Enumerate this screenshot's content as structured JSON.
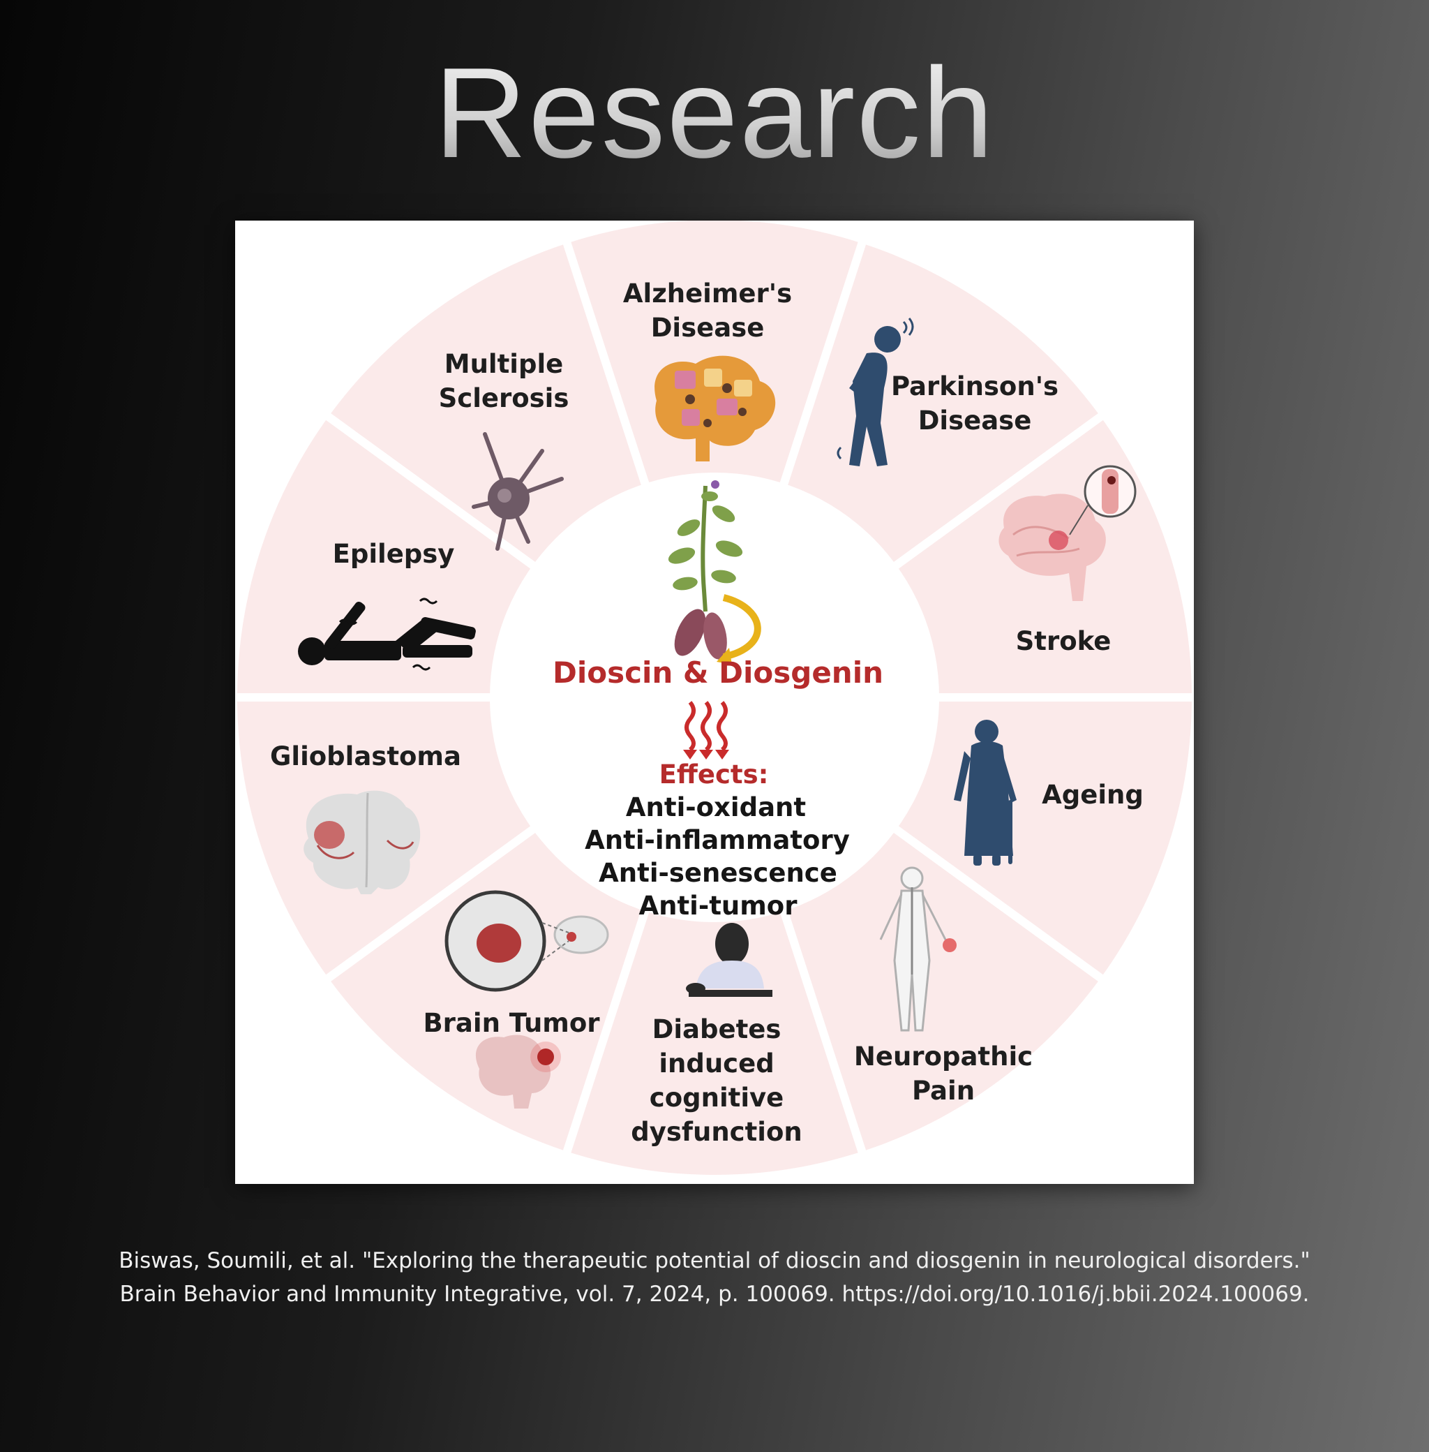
{
  "page": {
    "title": "Research"
  },
  "diagram": {
    "center": {
      "title": "Dioscin & Diosgenin",
      "effects_heading": "Effects:",
      "effects": [
        "Anti-oxidant",
        "Anti-inflammatory",
        "Anti-senescence",
        "Anti-tumor"
      ]
    },
    "segments": [
      {
        "id": "alzheimers",
        "lines": [
          "Alzheimer's",
          "Disease"
        ],
        "icon": "brain-puzzle-icon"
      },
      {
        "id": "parkinsons",
        "lines": [
          "Parkinson's",
          "Disease"
        ],
        "icon": "stooped-person-icon"
      },
      {
        "id": "stroke",
        "lines": [
          "Stroke"
        ],
        "icon": "brain-clot-icon"
      },
      {
        "id": "ageing",
        "lines": [
          "Ageing"
        ],
        "icon": "elderly-person-icon"
      },
      {
        "id": "neuropathic",
        "lines": [
          "Neuropathic",
          "Pain"
        ],
        "icon": "nervous-system-icon"
      },
      {
        "id": "diabetes",
        "lines": [
          "Diabetes",
          "induced",
          "cognitive",
          "dysfunction"
        ],
        "icon": "child-writing-icon"
      },
      {
        "id": "brain-tumor",
        "lines": [
          "Brain Tumor"
        ],
        "icon": "brain-tumor-icon"
      },
      {
        "id": "glioblastoma",
        "lines": [
          "Glioblastoma"
        ],
        "icon": "brain-section-icon"
      },
      {
        "id": "epilepsy",
        "lines": [
          "Epilepsy"
        ],
        "icon": "seizure-figure-icon"
      },
      {
        "id": "ms",
        "lines": [
          "Multiple",
          "Sclerosis"
        ],
        "icon": "neuron-cell-icon"
      }
    ],
    "colors": {
      "segment": "#fbeaea",
      "accent_red": "#b52b2b",
      "figure_blue": "#2f4c6e"
    }
  },
  "citation": {
    "line1": "Biswas, Soumili, et al. \"Exploring the therapeutic potential of dioscin and diosgenin in neurological disorders.\"",
    "line2": "Brain Behavior and Immunity Integrative, vol. 7, 2024, p. 100069. https://doi.org/10.1016/j.bbii.2024.100069."
  }
}
